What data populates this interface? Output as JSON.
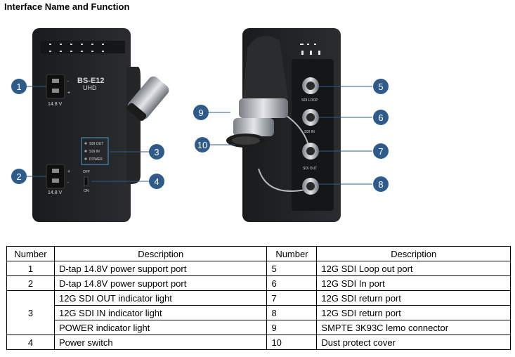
{
  "title": "Interface Name and Function",
  "device": {
    "model": "BS-E12",
    "model_sub": "UHD",
    "dtap_voltage_top": "14.8 V",
    "dtap_voltage_bottom": "14.8 V",
    "minus": "-",
    "plus": "+",
    "indicators": [
      "SDI OUT",
      "SDI IN",
      "POWER"
    ],
    "switch_off": "OFF",
    "switch_on": "ON",
    "ports": [
      "SDI LOOP",
      "SDI IN",
      "SDI OUT"
    ]
  },
  "callouts": [
    "1",
    "2",
    "3",
    "4",
    "5",
    "6",
    "7",
    "8",
    "9",
    "10"
  ],
  "callout_color": "#2e5b8a",
  "table": {
    "headers": [
      "Number",
      "Description",
      "Number",
      "Description"
    ],
    "left": [
      {
        "num": "1",
        "desc": [
          "D-tap 14.8V power support port"
        ]
      },
      {
        "num": "2",
        "desc": [
          "D-tap 14.8V power support port"
        ]
      },
      {
        "num": "3",
        "desc": [
          "12G SDI OUT indicator light",
          "12G SDI IN indicator light",
          "POWER indicator light"
        ]
      },
      {
        "num": "4",
        "desc": [
          "Power switch"
        ]
      }
    ],
    "right": [
      {
        "num": "5",
        "desc": "12G SDI Loop out port"
      },
      {
        "num": "6",
        "desc": "12G SDI In port"
      },
      {
        "num": "7",
        "desc": "12G SDI return port"
      },
      {
        "num": "8",
        "desc": "12G SDI return port"
      },
      {
        "num": "9",
        "desc": "SMPTE 3K93C lemo connector"
      },
      {
        "num": "10",
        "desc": "Dust protect cover"
      }
    ]
  }
}
